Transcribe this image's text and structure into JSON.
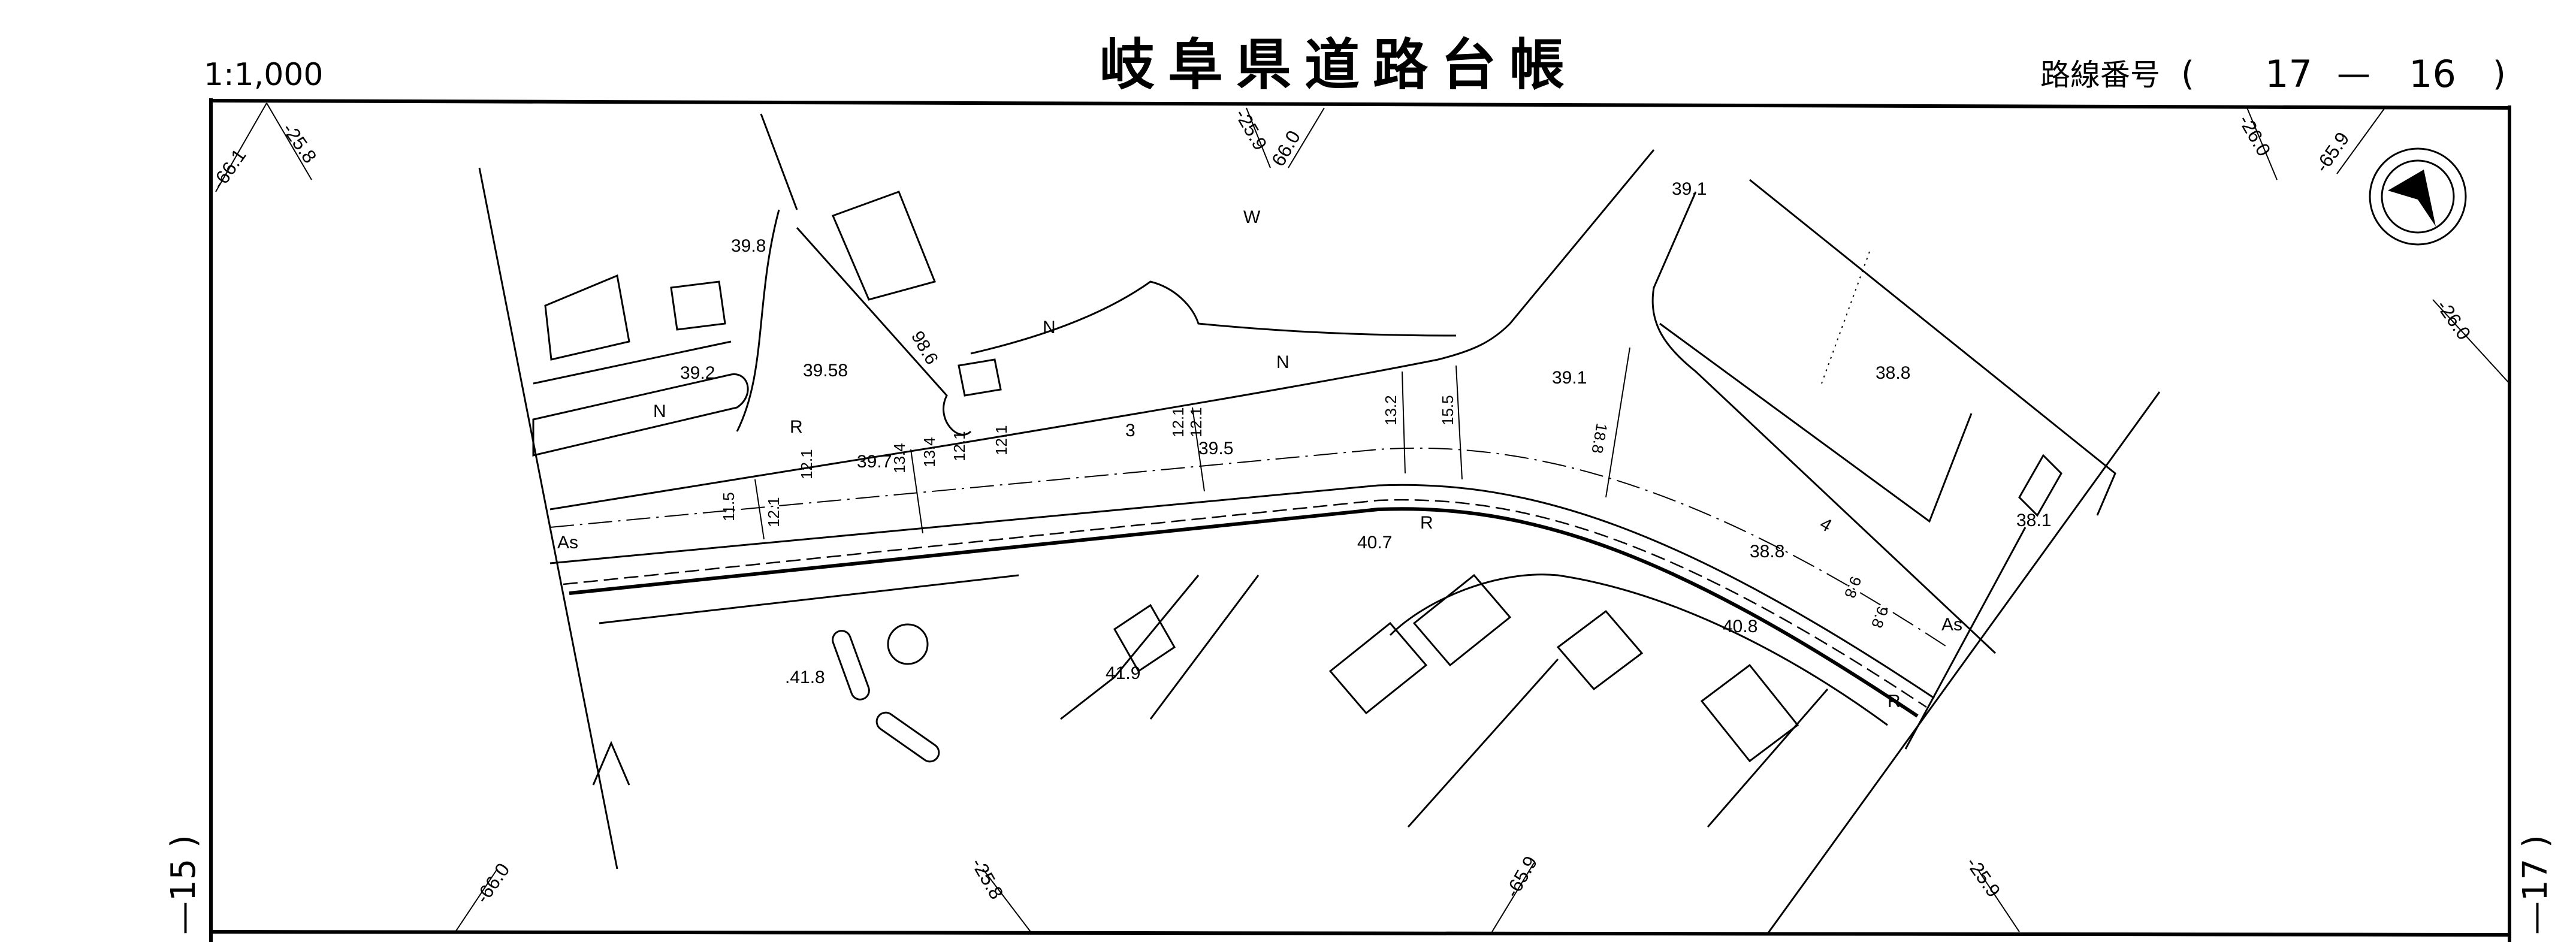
{
  "header": {
    "scale": "1:1,000",
    "title": "岐阜県道路台帳",
    "route_label": "路線番号",
    "route_open": "(",
    "route_a": "17",
    "route_dash": "—",
    "route_b": "16",
    "route_close": ")"
  },
  "sheet_refs": {
    "left": "—15 )",
    "right": "—17 )"
  },
  "grid_marks": {
    "tl_a": "-66.1",
    "tl_b": "-25.8",
    "tc_a": "-25.9",
    "tc_b": "66.0",
    "tr_a": "-26.0",
    "tr_b": "-65.9",
    "r_a": "-26.0",
    "b_a": "-66.0",
    "b_b": "-25.8",
    "b_c": "-65.9",
    "b_d": "-25.9"
  },
  "map": {
    "elevations": [
      "39.8",
      "39.2",
      "39.58",
      "39.7",
      "39.5",
      "39.1",
      "39.1",
      "38.8",
      "38.8",
      "38.1",
      "40.7",
      "40.8",
      "41.9",
      ".41.8",
      "98.6"
    ],
    "section_numbers": [
      "3",
      "4"
    ],
    "surface_labels": [
      "As",
      "As"
    ],
    "symbols": {
      "water": "W",
      "n": "N",
      "r": "R"
    },
    "widths": [
      "11.5",
      "12.1",
      "12.1",
      "13.4",
      "13.4",
      "12.1",
      "12.1",
      "12.1",
      "12.1",
      "13.2",
      "15.5",
      "18.8",
      "9.8",
      "9.8"
    ]
  },
  "compass": {
    "icon": "north-arrow-icon"
  }
}
